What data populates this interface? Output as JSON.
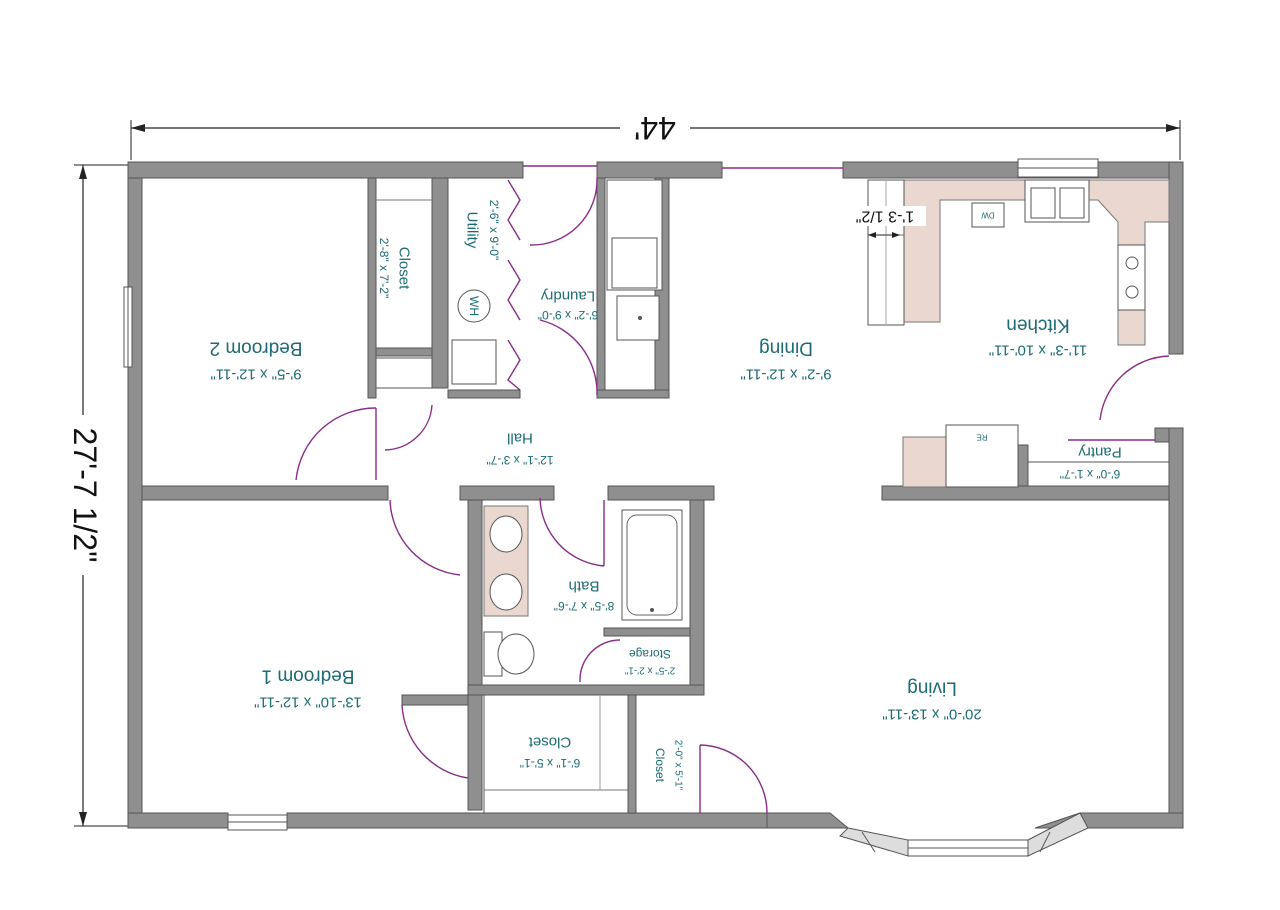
{
  "overall": {
    "width_label": "44'",
    "height_label": "27'-7 1/2\""
  },
  "kitchen_offset_label": "1'-3 1/2\"",
  "appliance_labels": {
    "water_heater": "WH",
    "dishwasher": "DW",
    "range": "RE"
  },
  "rooms": {
    "bedroom2": {
      "name": "Bedroom 2",
      "dim": "9'-5\" x 12'-11\""
    },
    "closet_b2": {
      "name": "Closet",
      "dim": "2'-8\" x 7'-2\""
    },
    "utility": {
      "name": "Utility",
      "dim": "2'-6\" x 9'-0\""
    },
    "laundry": {
      "name": "Laundry",
      "dim": "6'-2\" x 9'-0\""
    },
    "dining": {
      "name": "Dining",
      "dim": "9'-2\" x 12'-11\""
    },
    "kitchen": {
      "name": "Kitchen",
      "dim": "11'-3\" x 10'-11\""
    },
    "hall": {
      "name": "Hall",
      "dim": "12'-1\" x 3'-7\""
    },
    "pantry": {
      "name": "Pantry",
      "dim": "6'-0\" x 1'-7\""
    },
    "bath": {
      "name": "Bath",
      "dim": "8'-5\" x 7'-6\""
    },
    "storage": {
      "name": "Storage",
      "dim": "2'-5\" x 2'-1\""
    },
    "bedroom1": {
      "name": "Bedroom 1",
      "dim": "13'-10\" x 12'-11\""
    },
    "closet_b1": {
      "name": "Closet",
      "dim": "6'-1\" x 5'-1\""
    },
    "closet_entry": {
      "name": "Closet",
      "dim": "2'-0\" x 5'-1\""
    },
    "living": {
      "name": "Living",
      "dim": "20'-0\" x 13'-11\""
    }
  },
  "colors": {
    "wall": "#8f8f8f",
    "label": "#1c6b73",
    "door": "#8a2c8a",
    "counter": "#ead8d0"
  }
}
